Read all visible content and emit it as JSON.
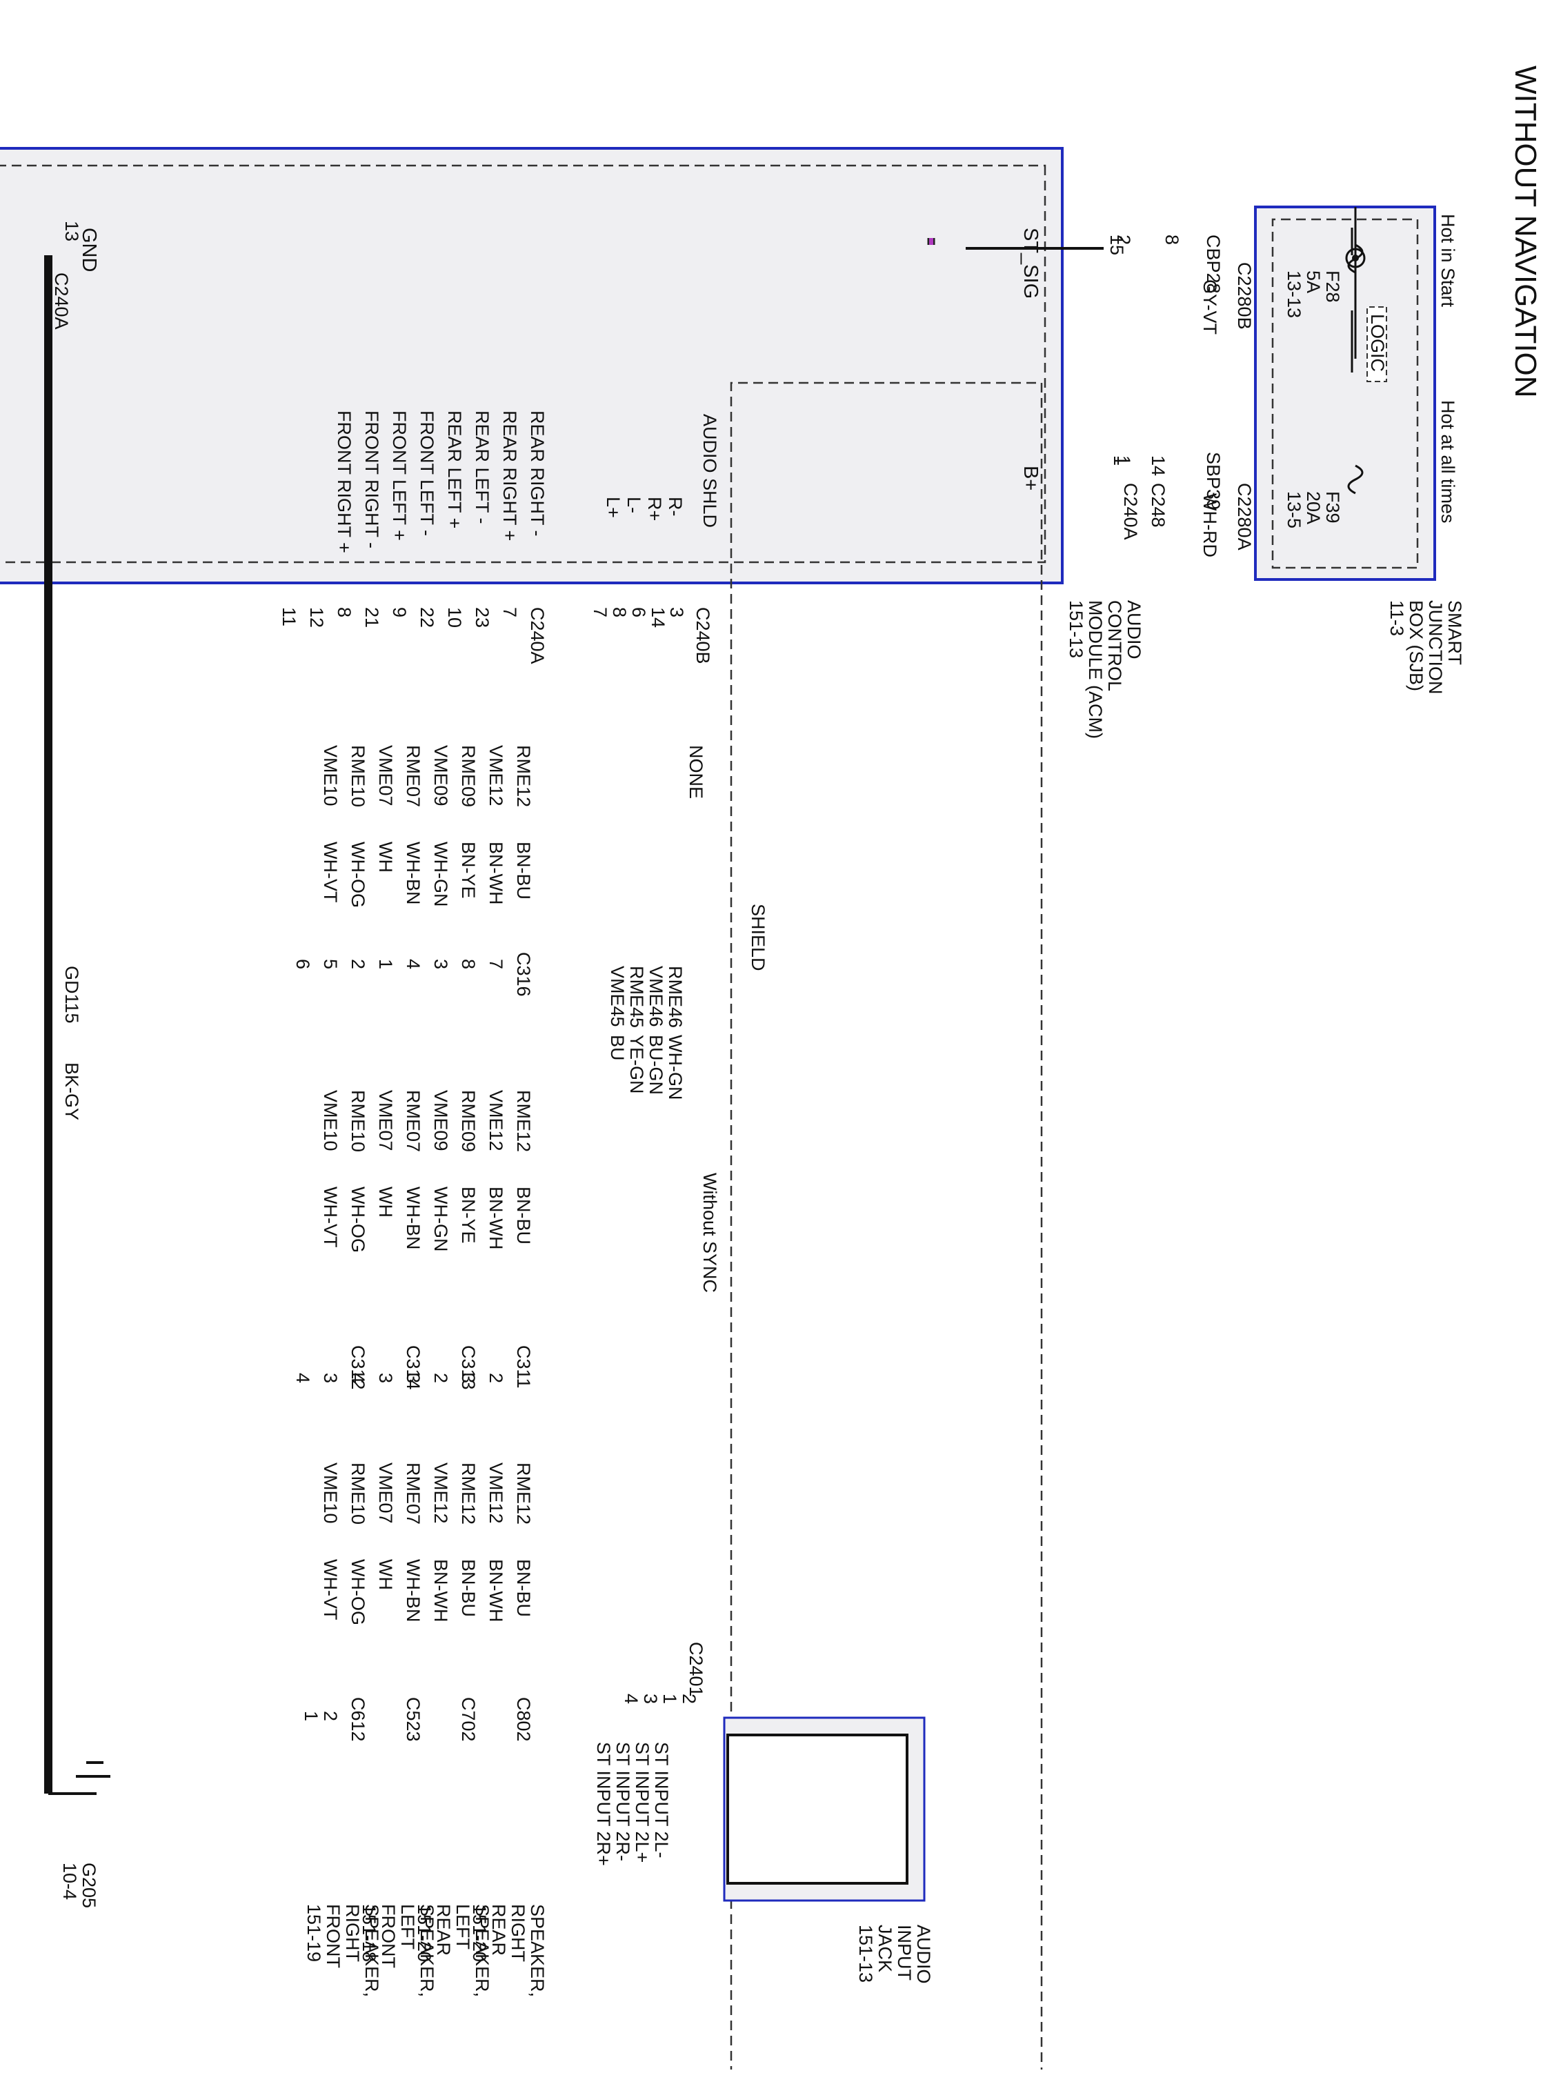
{
  "title": "WITHOUT NAVIGATION",
  "sjb": {
    "name_lines": [
      "SMART",
      "JUNCTION",
      "BOX (SJB)",
      "11-3"
    ],
    "hot_in_start": "Hot in Start",
    "hot_at_all_times": "Hot at all times",
    "logic": "LOGIC",
    "f28": [
      "F28",
      "5A",
      "13-13"
    ],
    "f39": [
      "F39",
      "20A",
      "13-5"
    ]
  },
  "feed": {
    "st_sig": {
      "pin_sjb": "2",
      "conn_sjb": "C2280B",
      "circuit": "CBP28",
      "color": "GY-VT",
      "pin_inline": "8",
      "pin_acm": "15"
    },
    "b_plus": {
      "pin_sjb": "1",
      "conn_sjb": "C2280A",
      "circuit": "SBP39",
      "color": "WH-RD",
      "pin_inline": "14",
      "conn_inline": "C248",
      "pin_acm": "1",
      "conn_acm": "C240A"
    }
  },
  "acm": {
    "name_lines": [
      "AUDIO",
      "CONTROL",
      "MODULE (ACM)",
      "151-13"
    ],
    "st_sig": "ST_SIG",
    "b_plus": "B+",
    "gnd": "GND",
    "gnd_pin": "13",
    "gnd_conn": "C240A",
    "aux_conn": "C240B",
    "spk_conn": "C240A",
    "audio_shld": "AUDIO SHLD",
    "aux_terminals": [
      "R-",
      "R+",
      "L-",
      "L+"
    ],
    "speaker_terminals": [
      "REAR RIGHT -",
      "REAR RIGHT +",
      "REAR LEFT -",
      "REAR LEFT +",
      "FRONT LEFT -",
      "FRONT LEFT +",
      "FRONT RIGHT -",
      "FRONT RIGHT +"
    ]
  },
  "aux": {
    "pins": [
      "3",
      "14",
      "6",
      "8",
      "7"
    ],
    "none_label": "NONE",
    "shield_label": "SHIELD",
    "circuits": [
      {
        "code": "RME46",
        "color": "WH-GN"
      },
      {
        "code": "VME46",
        "color": "BU-GN"
      },
      {
        "code": "RME45",
        "color": "YE-GN"
      },
      {
        "code": "VME45",
        "color": "BU"
      }
    ],
    "jack_conn": "C2401",
    "jack_pins": [
      "2",
      "1",
      "3",
      "4"
    ],
    "jack_terminals": [
      "ST INPUT 2L-",
      "ST INPUT 2L+",
      "ST INPUT 2R-",
      "ST INPUT 2R+"
    ],
    "jack_name_lines": [
      "AUDIO",
      "INPUT",
      "JACK",
      "151-13"
    ],
    "without_sync": "Without SYNC"
  },
  "speakers": {
    "acm_pins": [
      "7",
      "23",
      "10",
      "22",
      "9",
      "21",
      "8",
      "12",
      "11"
    ],
    "c316_label": "C316",
    "c316_pins": [
      "7",
      "8",
      "3",
      "4",
      "1",
      "2",
      "5",
      "6"
    ],
    "seg1": [
      {
        "code": "RME12",
        "color": "BN-BU"
      },
      {
        "code": "VME12",
        "color": "BN-WH"
      },
      {
        "code": "RME09",
        "color": "BN-YE"
      },
      {
        "code": "VME09",
        "color": "WH-GN"
      },
      {
        "code": "RME07",
        "color": "WH-BN"
      },
      {
        "code": "VME07",
        "color": "WH"
      },
      {
        "code": "RME10",
        "color": "WH-OG"
      },
      {
        "code": "VME10",
        "color": "WH-VT"
      }
    ],
    "seg2": [
      {
        "code": "RME12",
        "color": "BN-BU"
      },
      {
        "code": "VME12",
        "color": "BN-WH"
      },
      {
        "code": "RME09",
        "color": "BN-YE"
      },
      {
        "code": "VME09",
        "color": "WH-GN"
      },
      {
        "code": "RME07",
        "color": "WH-BN"
      },
      {
        "code": "VME07",
        "color": "WH"
      },
      {
        "code": "RME10",
        "color": "WH-OG"
      },
      {
        "code": "VME10",
        "color": "WH-VT"
      }
    ],
    "mid_conns": [
      "C311",
      "C313",
      "C314",
      "C312"
    ],
    "mid_pins": [
      "2",
      "3",
      "2",
      "3",
      "3",
      "4",
      "3",
      "4"
    ],
    "seg3": [
      {
        "code": "RME12",
        "color": "BN-BU"
      },
      {
        "code": "VME12",
        "color": "BN-WH"
      },
      {
        "code": "RME12",
        "color": "BN-BU"
      },
      {
        "code": "VME12",
        "color": "BN-WH"
      },
      {
        "code": "RME07",
        "color": "WH-BN"
      },
      {
        "code": "VME07",
        "color": "WH"
      },
      {
        "code": "RME10",
        "color": "WH-OG"
      },
      {
        "code": "VME10",
        "color": "WH-VT"
      }
    ],
    "end_conns": [
      "C802",
      "C702",
      "C523",
      "C612"
    ],
    "end_pins": [
      "2",
      "1"
    ],
    "names": [
      [
        "SPEAKER,",
        "RIGHT",
        "REAR",
        "151-20"
      ],
      [
        "SPEAKER,",
        "LEFT",
        "REAR",
        "151-20"
      ],
      [
        "SPEAKER,",
        "LEFT",
        "FRONT",
        "151-18"
      ],
      [
        "SPEAKER,",
        "RIGHT",
        "FRONT",
        "151-19"
      ]
    ]
  },
  "ground": {
    "circuit": "GD115",
    "color": "BK-GY",
    "ref": "G205",
    "ref_page": "10-4"
  },
  "colors": {
    "frame": "#1f2bbd",
    "panel": "#efeff2",
    "bn": "#6b2a12",
    "bnbu": "#3a1a2a",
    "bu": "#2222ee",
    "ye": "#e8e822",
    "gn": "#8fbf8f",
    "vt": "#a468c8",
    "og": "#e0b060",
    "rd": "#cc3333",
    "gray": "#9a9aa6",
    "black": "#111111"
  }
}
